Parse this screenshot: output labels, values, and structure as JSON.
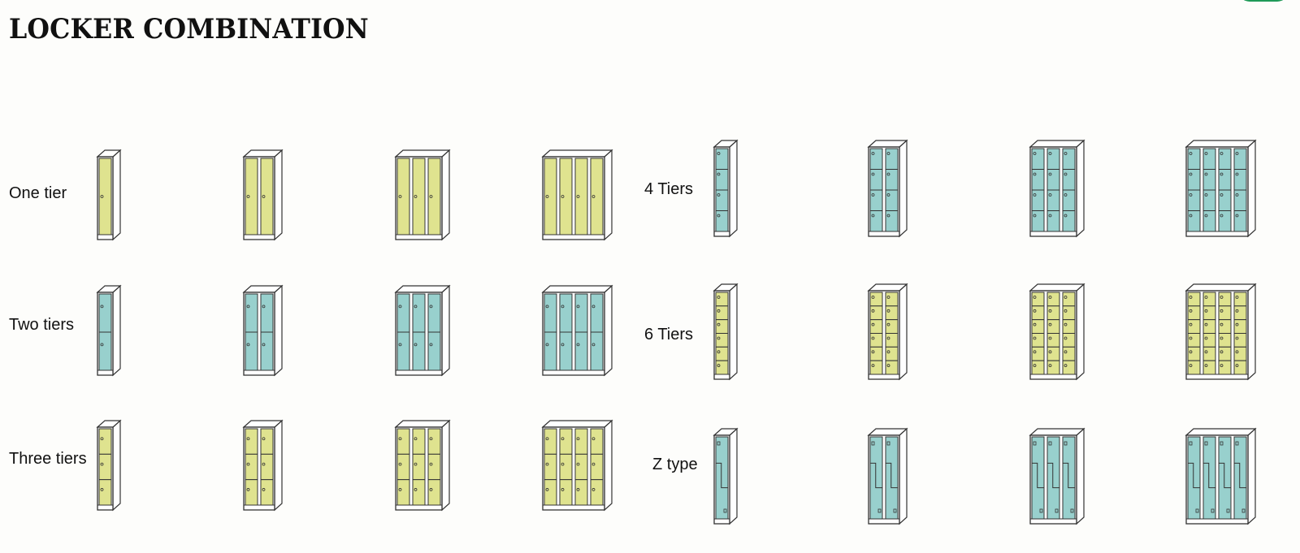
{
  "page": {
    "title": "LOCKER COMBINATION"
  },
  "colors": {
    "yellow_door": "#dfe38f",
    "teal_door": "#98d0cd",
    "outline": "#333333",
    "background": "#fdfdfb",
    "accent_tab": "#1f9a58"
  },
  "groups": {
    "left": {
      "rows": [
        {
          "label": "One tier",
          "tiers": 1,
          "door_type": "straight",
          "color": "yellow"
        },
        {
          "label": "Two tiers",
          "tiers": 2,
          "door_type": "straight",
          "color": "teal"
        },
        {
          "label": "Three tiers",
          "tiers": 3,
          "door_type": "straight",
          "color": "yellow"
        }
      ]
    },
    "right": {
      "rows": [
        {
          "label": "4 Tiers",
          "tiers": 4,
          "door_type": "straight",
          "color": "teal"
        },
        {
          "label": "6 Tiers",
          "tiers": 6,
          "door_type": "straight",
          "color": "yellow"
        },
        {
          "label": "Z type",
          "tiers": 2,
          "door_type": "z",
          "color": "teal"
        }
      ]
    }
  },
  "column_counts": [
    1,
    2,
    3,
    4
  ]
}
